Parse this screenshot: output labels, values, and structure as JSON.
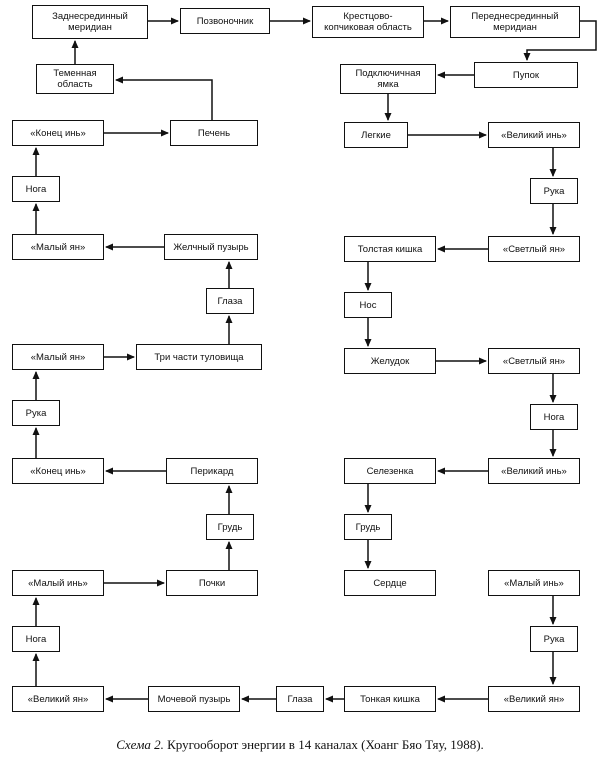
{
  "nodes": {
    "n1": "Заднесрединный\nмеридиан",
    "n2": "Позвоночник",
    "n3": "Крестцово-\nкопчиковая область",
    "n4": "Переднесрединный\nмеридиан",
    "n5": "Пупок",
    "n6": "Подключичная\nямка",
    "n7": "Легкие",
    "n8": "«Великий инь»",
    "n9": "Рука",
    "n10": "«Светлый ян»",
    "n11": "Толстая кишка",
    "n12": "Нос",
    "n13": "Желудок",
    "n14": "«Светлый ян»",
    "n15": "Нога",
    "n16": "«Великий инь»",
    "n17": "Селезенка",
    "n18": "Грудь",
    "n19": "Сердце",
    "n20": "«Малый инь»",
    "n21": "Рука",
    "n22": "«Великий ян»",
    "n23": "Тонкая кишка",
    "n24": "Глаза",
    "n25": "Мочевой пузырь",
    "n26": "«Великий ян»",
    "n27": "Нога",
    "n28": "«Малый инь»",
    "n29": "Почки",
    "n30": "Грудь",
    "n31": "Перикард",
    "n32": "«Конец инь»",
    "n33": "Рука",
    "n34": "«Малый ян»",
    "n35": "Три части туловища",
    "n36": "Глаза",
    "n37": "Желчный пузырь",
    "n38": "«Малый ян»",
    "n39": "Нога",
    "n40": "«Конец инь»",
    "n41": "Печень",
    "n42": "Теменная\nобласть"
  },
  "caption": {
    "label": "Схема 2.",
    "text": " Кругооборот энергии в 14 каналах (Хоанг Бяо Тяу, 1988)."
  }
}
